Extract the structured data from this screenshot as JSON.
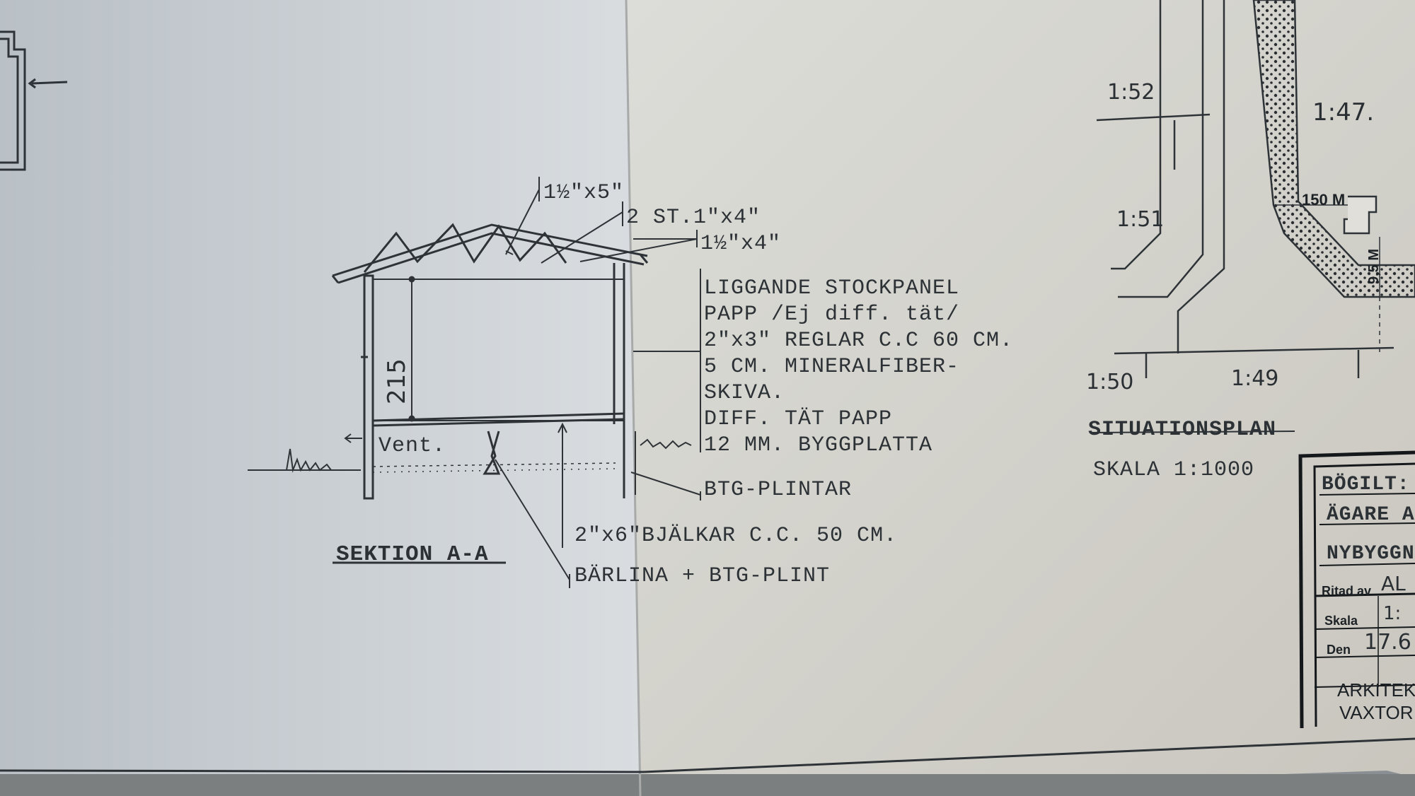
{
  "section": {
    "title": "SEKTION A-A",
    "height_dim": "215",
    "vent": "Vent.",
    "roof_labels": [
      "1½\"x5\"",
      "2 ST.1\"x4\"",
      "1½\"x4\""
    ],
    "wall_spec": [
      "LIGGANDE STOCKPANEL",
      "PAPP /Ej diff. tät/",
      "2\"x3\" REGLAR C.C 60 CM.",
      "5 CM. MINERALFIBER-",
      "SKIVA.",
      "DIFF. TÄT PAPP",
      "12 MM. BYGGPLATTA"
    ],
    "plintar": "BTG-PLINTAR",
    "bjalkar": "2\"x6\"BJÄLKAR C.C. 50 CM.",
    "barlina": "BÄRLINA + BTG-PLINT"
  },
  "site_plan": {
    "title": "SITUATIONSPLAN",
    "scale": "SKALA 1:1000",
    "parcels": [
      "1:52",
      "1:51",
      "1:50",
      "1:49",
      "1:47."
    ],
    "dim_150": "150 M",
    "dim_95": "9,5 M"
  },
  "title_block": {
    "row1": "BÖGILT:",
    "row2": "ÄGARE A",
    "row3": "NYBYGGN",
    "ritad_label": "Ritad av",
    "ritad_value": "AL",
    "skala_label": "Skala",
    "skala_value": "1:",
    "den_label": "Den",
    "den_value": "17.6",
    "footer1": "ARKITEK",
    "footer2": "VAXTOR"
  }
}
